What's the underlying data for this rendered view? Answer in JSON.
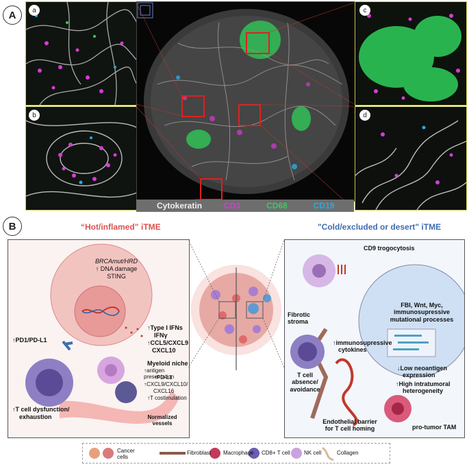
{
  "panel_a": {
    "letter": "A",
    "insets": {
      "a": "a",
      "b": "b",
      "c": "c",
      "d": "d"
    },
    "stain_legend": {
      "cytokeratin": "Cytokeratin",
      "cd3": "CD3",
      "cd68": "CD68",
      "cd19": "CD19",
      "colors": {
        "cytokeratin": "#e8e8e8",
        "cd3": "#d63bd6",
        "cd68": "#2fd05a",
        "cd19": "#2aa9e0"
      }
    }
  },
  "panel_b": {
    "letter": "B",
    "hot_title": "“Hot/inflamed” iTME",
    "cold_title": "\"Cold/excluded or desert\" iTME",
    "hot": {
      "brca": "BRCAmut/HRD",
      "dna_damage": "DNA damage",
      "sting": "STING",
      "ifn1": "Type I IFNs",
      "ifng": "IFNγ",
      "ccl5": "CCL5/CXCL9",
      "cxcl10": "CXCL10",
      "pdl1": "PD1/PD-L1",
      "myeloid": "Myeloid niche",
      "antigen": "antigen presentation",
      "pdl1b": "PD-L1",
      "cxcl9": "CXCL9/CXCL10/",
      "cxcl16": "CXCL16",
      "tcost": "T costimulation",
      "tdys1": "T cell dysfunction/",
      "tdys2": "exhaustion",
      "normalized1": "Normalized",
      "normalized2": "vessels"
    },
    "cold": {
      "cd9": "CD9 trogocytosis",
      "fbi1": "FBI, Wnt, Myc,",
      "fbi2": "immunosupressive",
      "fbi3": "mutational processes",
      "fibrotic1": "Fibrotic",
      "fibrotic2": "stroma",
      "immuno1": "immunosupressive",
      "immuno2": "cytokines",
      "tabs1": "T cell",
      "tabs2": "absence/",
      "tabs3": "avoidance",
      "lowneo1": "Low neoantigen",
      "lowneo2": "expression",
      "high1": "High intratumoral",
      "high2": "heterogeneity",
      "endo1": "Endothelial barrier",
      "endo2": "for T cell homing",
      "tam": "pro-tumor TAM"
    },
    "legend": {
      "cancer1": "Cancer",
      "cancer2": "cells",
      "fibroblast": "Fibroblast",
      "macrophage": "Macrophage",
      "cd8": "CD8+ T cell",
      "nk": "NK cell",
      "collagen": "Collagen"
    }
  }
}
